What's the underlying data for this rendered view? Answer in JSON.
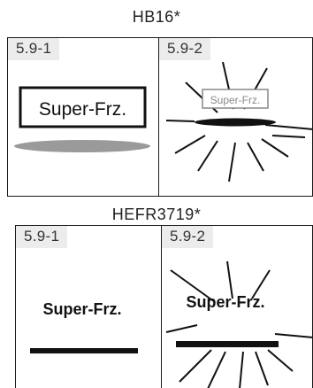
{
  "sections": [
    {
      "title": "HB16*",
      "panels": [
        {
          "tag": "5.9-1",
          "label": "Super-Frz.",
          "state": "static"
        },
        {
          "tag": "5.9-2",
          "label": "Super-Frz.",
          "state": "flashing"
        }
      ]
    },
    {
      "title": "HEFR3719*",
      "panels": [
        {
          "tag": "5.9-1",
          "label": "Super-Frz.",
          "state": "static"
        },
        {
          "tag": "5.9-2",
          "label": "Super-Frz.",
          "state": "flashing"
        }
      ]
    }
  ]
}
